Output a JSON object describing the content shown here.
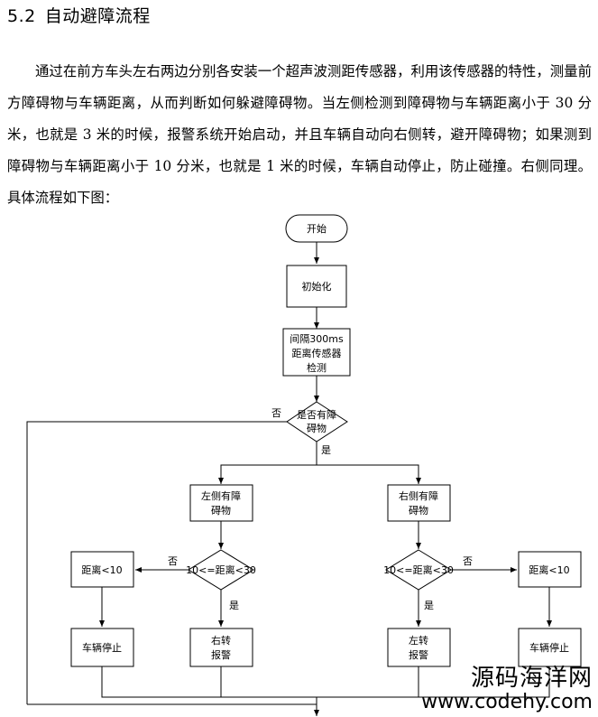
{
  "section": {
    "number": "5.2",
    "title": "自动避障流程",
    "paragraph": "通过在前方车头左右两边分别各安装一个超声波测距传感器，利用该传感器的特性，测量前方障碍物与车辆距离，从而判断如何躲避障碍物。当左侧检测到障碍物与车辆距离小于 30 分米，也就是 3 米的时候，报警系统开始启动，并且车辆自动向右侧转，避开障碍物；如果测到障碍物与车辆距离小于 10 分米，也就是 1 米的时候，车辆自动停止，防止碰撞。右侧同理。具体流程如下图："
  },
  "flowchart": {
    "start": "开始",
    "init": "初始化",
    "detect": [
      "间隔300ms",
      "距离传感器",
      "检测"
    ],
    "obstacle_q": [
      "是否有障",
      "碍物"
    ],
    "no_label": "否",
    "yes_label": "是",
    "left_has": [
      "左侧有障",
      "碍物"
    ],
    "right_has": [
      "右侧有障",
      "碍物"
    ],
    "range_q_left": "10<=距离<30",
    "range_q_right": "10<=距离<30",
    "dist_lt10_left": "距离<10",
    "dist_lt10_right": "距离<10",
    "stop_left": "车辆停止",
    "stop_right": "车辆停止",
    "turn_right": [
      "右转",
      "报警"
    ],
    "turn_left": [
      "左转",
      "报警"
    ],
    "left_no": "否",
    "left_yes": "是",
    "right_no": "否",
    "right_yes": "是"
  },
  "watermark": {
    "cn": "源码海洋网",
    "url": "www.codehy.com"
  }
}
